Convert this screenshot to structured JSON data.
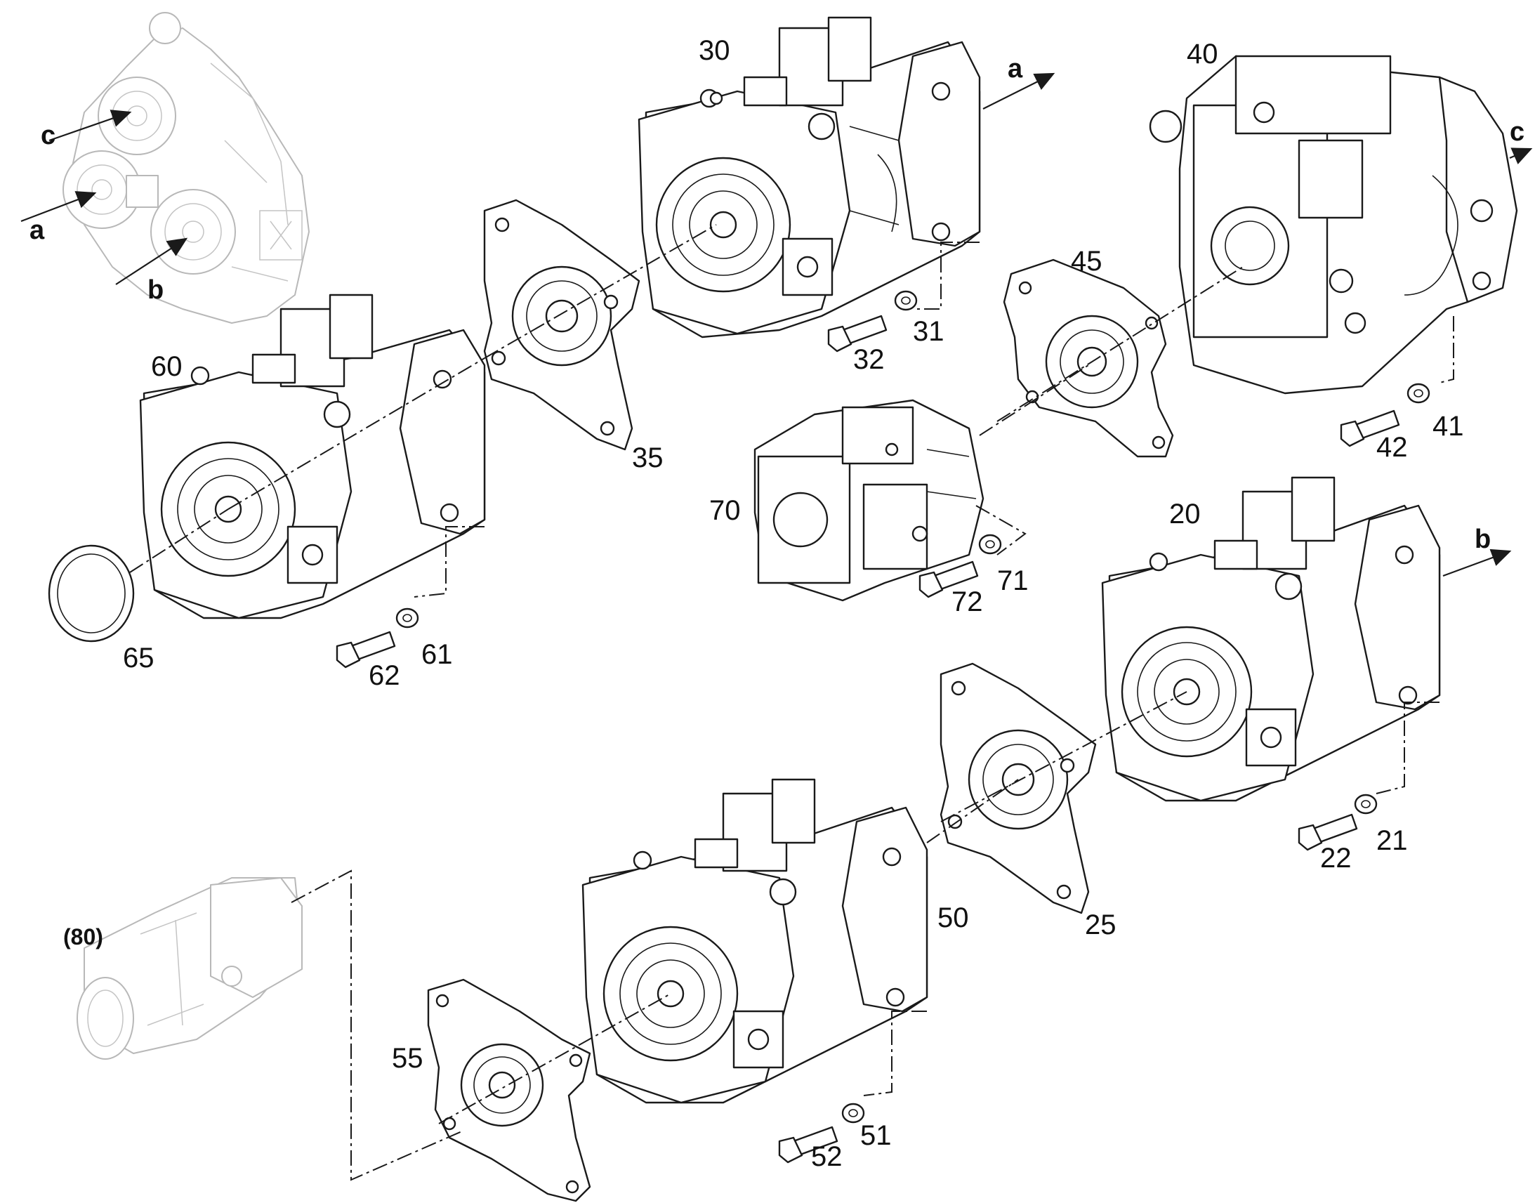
{
  "diagram": {
    "reference_arrows": [
      {
        "id": "a",
        "label": "a"
      },
      {
        "id": "b",
        "label": "b"
      },
      {
        "id": "c",
        "label": "c"
      }
    ],
    "callouts": {
      "c20": "20",
      "c21": "21",
      "c22": "22",
      "c25": "25",
      "c30": "30",
      "c31": "31",
      "c32": "32",
      "c35": "35",
      "c40": "40",
      "c41": "41",
      "c42": "42",
      "c45": "45",
      "c50": "50",
      "c51": "51",
      "c52": "52",
      "c55": "55",
      "c60": "60",
      "c61": "61",
      "c62": "62",
      "c65": "65",
      "c70": "70",
      "c71": "71",
      "c72": "72",
      "c80": "(80)"
    },
    "colors": {
      "line": "#1a1a1a",
      "ghost_line": "#b8b8b8",
      "background": "#ffffff"
    },
    "icons": [
      "hydraulic-pump-icon",
      "adapter-flange-icon",
      "bolt-icon",
      "washer-icon",
      "retaining-ring-icon",
      "gear-pump-icon",
      "transfer-gearbox-icon"
    ]
  }
}
